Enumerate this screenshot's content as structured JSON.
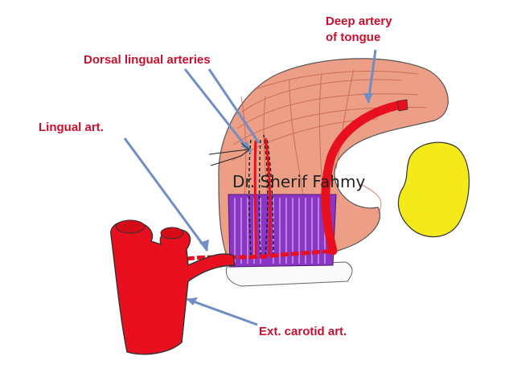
{
  "labels": {
    "deep_artery_line1": "Deep artery",
    "deep_artery_line2": "of tongue",
    "dorsal_lingual": "Dorsal lingual arteries",
    "lingual_art": "Lingual art.",
    "ext_carotid": "Ext. carotid art."
  },
  "watermark": "Dr. Sherif Fahmy",
  "colors": {
    "label_text": "#c8102e",
    "artery_red": "#e8101e",
    "muscle_salmon": "#ec9f86",
    "muscle_purple": "#8a35c4",
    "hyoid_yellow": "#f4ea1a",
    "pointer_blue": "#6f8fc4"
  }
}
